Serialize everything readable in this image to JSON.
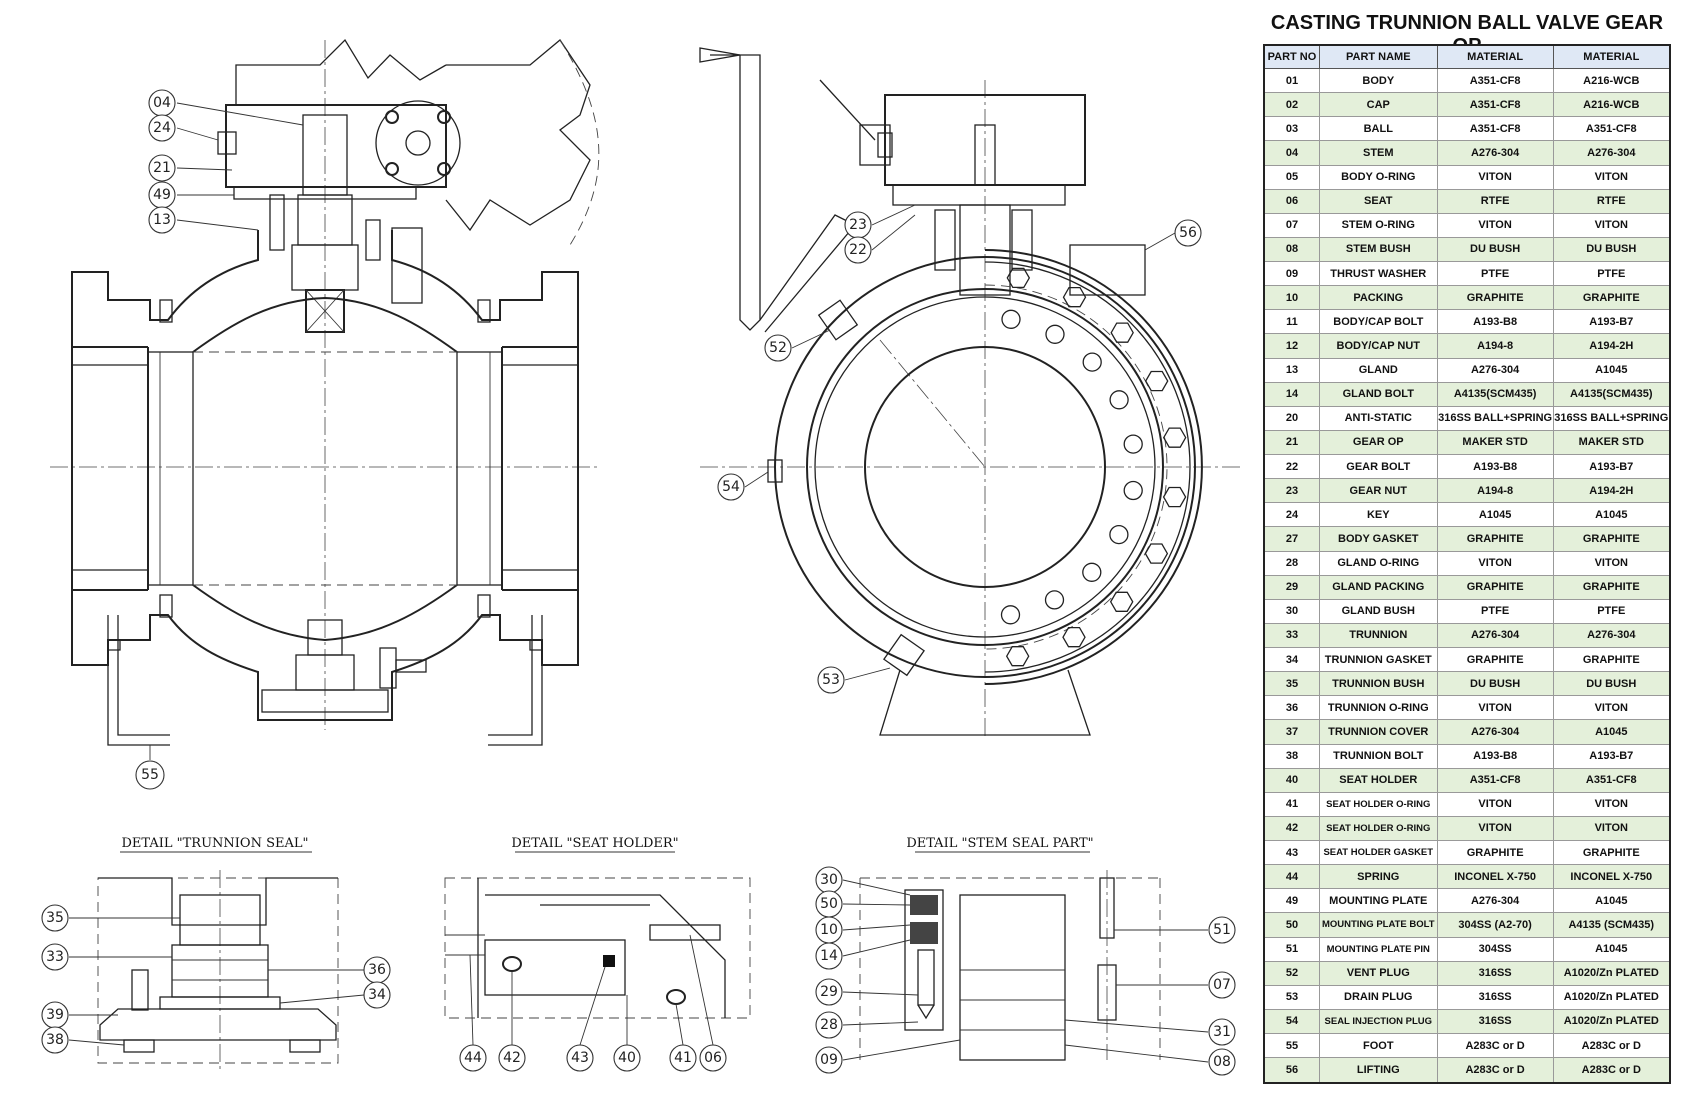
{
  "bom": {
    "title": "CASTING TRUNNION BALL VALVE GEAR OP",
    "headers": [
      "PART NO",
      "PART NAME",
      "MATERIAL",
      "MATERIAL"
    ],
    "rows": [
      [
        "01",
        "BODY",
        "A351-CF8",
        "A216-WCB"
      ],
      [
        "02",
        "CAP",
        "A351-CF8",
        "A216-WCB"
      ],
      [
        "03",
        "BALL",
        "A351-CF8",
        "A351-CF8"
      ],
      [
        "04",
        "STEM",
        "A276-304",
        "A276-304"
      ],
      [
        "05",
        "BODY O-RING",
        "VITON",
        "VITON"
      ],
      [
        "06",
        "SEAT",
        "RTFE",
        "RTFE"
      ],
      [
        "07",
        "STEM O-RING",
        "VITON",
        "VITON"
      ],
      [
        "08",
        "STEM BUSH",
        "DU BUSH",
        "DU BUSH"
      ],
      [
        "09",
        "THRUST WASHER",
        "PTFE",
        "PTFE"
      ],
      [
        "10",
        "PACKING",
        "GRAPHITE",
        "GRAPHITE"
      ],
      [
        "11",
        "BODY/CAP BOLT",
        "A193-B8",
        "A193-B7"
      ],
      [
        "12",
        "BODY/CAP NUT",
        "A194-8",
        "A194-2H"
      ],
      [
        "13",
        "GLAND",
        "A276-304",
        "A1045"
      ],
      [
        "14",
        "GLAND BOLT",
        "A4135(SCM435)",
        "A4135(SCM435)"
      ],
      [
        "20",
        "ANTI-STATIC",
        "316SS BALL+SPRING",
        "316SS BALL+SPRING"
      ],
      [
        "21",
        "GEAR OP",
        "MAKER STD",
        "MAKER STD"
      ],
      [
        "22",
        "GEAR BOLT",
        "A193-B8",
        "A193-B7"
      ],
      [
        "23",
        "GEAR NUT",
        "A194-8",
        "A194-2H"
      ],
      [
        "24",
        "KEY",
        "A1045",
        "A1045"
      ],
      [
        "27",
        "BODY GASKET",
        "GRAPHITE",
        "GRAPHITE"
      ],
      [
        "28",
        "GLAND O-RING",
        "VITON",
        "VITON"
      ],
      [
        "29",
        "GLAND PACKING",
        "GRAPHITE",
        "GRAPHITE"
      ],
      [
        "30",
        "GLAND BUSH",
        "PTFE",
        "PTFE"
      ],
      [
        "33",
        "TRUNNION",
        "A276-304",
        "A276-304"
      ],
      [
        "34",
        "TRUNNION GASKET",
        "GRAPHITE",
        "GRAPHITE"
      ],
      [
        "35",
        "TRUNNION BUSH",
        "DU BUSH",
        "DU BUSH"
      ],
      [
        "36",
        "TRUNNION O-RING",
        "VITON",
        "VITON"
      ],
      [
        "37",
        "TRUNNION COVER",
        "A276-304",
        "A1045"
      ],
      [
        "38",
        "TRUNNION BOLT",
        "A193-B8",
        "A193-B7"
      ],
      [
        "40",
        "SEAT HOLDER",
        "A351-CF8",
        "A351-CF8"
      ],
      [
        "41",
        "SEAT HOLDER O-RING",
        "VITON",
        "VITON"
      ],
      [
        "42",
        "SEAT HOLDER O-RING",
        "VITON",
        "VITON"
      ],
      [
        "43",
        "SEAT HOLDER GASKET",
        "GRAPHITE",
        "GRAPHITE"
      ],
      [
        "44",
        "SPRING",
        "INCONEL X-750",
        "INCONEL X-750"
      ],
      [
        "49",
        "MOUNTING PLATE",
        "A276-304",
        "A1045"
      ],
      [
        "50",
        "MOUNTING PLATE BOLT",
        "304SS (A2-70)",
        "A4135 (SCM435)"
      ],
      [
        "51",
        "MOUNTING PLATE PIN",
        "304SS",
        "A1045"
      ],
      [
        "52",
        "VENT PLUG",
        "316SS",
        "A1020/Zn PLATED"
      ],
      [
        "53",
        "DRAIN PLUG",
        "316SS",
        "A1020/Zn PLATED"
      ],
      [
        "54",
        "SEAL INJECTION PLUG",
        "316SS",
        "A1020/Zn PLATED"
      ],
      [
        "55",
        "FOOT",
        "A283C or D",
        "A283C or D"
      ],
      [
        "56",
        "LIFTING",
        "A283C or D",
        "A283C or D"
      ]
    ]
  },
  "details": {
    "trunnion_seal": "DETAIL \"TRUNNION SEAL\"",
    "seat_holder": "DETAIL \"SEAT HOLDER\"",
    "stem_seal": "DETAIL \"STEM SEAL PART\""
  },
  "balloons": {
    "front": [
      "04",
      "24",
      "21",
      "49",
      "13",
      "55"
    ],
    "side": [
      "23",
      "22",
      "56",
      "52",
      "54",
      "53"
    ],
    "trunnion": [
      "35",
      "33",
      "39",
      "38",
      "36",
      "34"
    ],
    "seat": [
      "44",
      "42",
      "43",
      "40",
      "41",
      "06"
    ],
    "stem": [
      "30",
      "50",
      "10",
      "14",
      "29",
      "28",
      "09",
      "51",
      "07",
      "31",
      "08"
    ]
  }
}
